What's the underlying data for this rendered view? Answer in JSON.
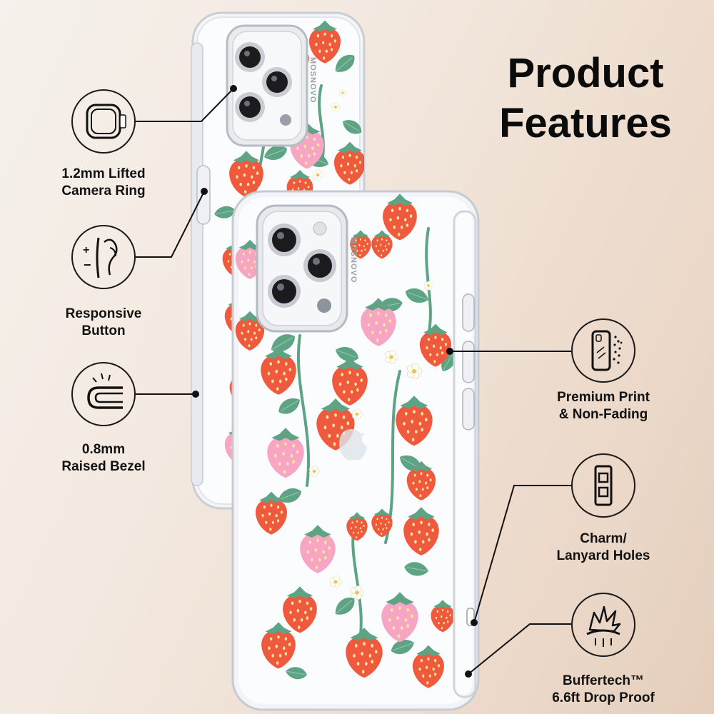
{
  "header": {
    "line1": "Product",
    "line2": "Features"
  },
  "brand": {
    "print_text": "MOSNOVO"
  },
  "pattern": {
    "red": "#ef5a3f",
    "pink": "#f6a6c4",
    "leaf": "#5ea383",
    "leaf_light": "#8ec9b1",
    "seed": "#ffe69a",
    "flower": "#fffdf2"
  },
  "features": {
    "camera_ring": {
      "line1": "1.2mm Lifted",
      "line2": "Camera Ring",
      "icon": "camera-ring-icon"
    },
    "responsive_button": {
      "line1": "Responsive",
      "line2": "Button",
      "icon": "button-press-icon"
    },
    "raised_bezel": {
      "line1": "0.8mm",
      "line2": "Raised Bezel",
      "icon": "bezel-edge-icon"
    },
    "premium_print": {
      "line1": "Premium Print",
      "line2": "& Non-Fading",
      "icon": "print-spray-icon"
    },
    "lanyard_holes": {
      "line1": "Charm/",
      "line2": "Lanyard Holes",
      "icon": "lanyard-hole-icon"
    },
    "buffertech": {
      "line1": "Buffertech™",
      "line2": "6.6ft Drop Proof",
      "icon": "shock-absorb-icon"
    }
  }
}
